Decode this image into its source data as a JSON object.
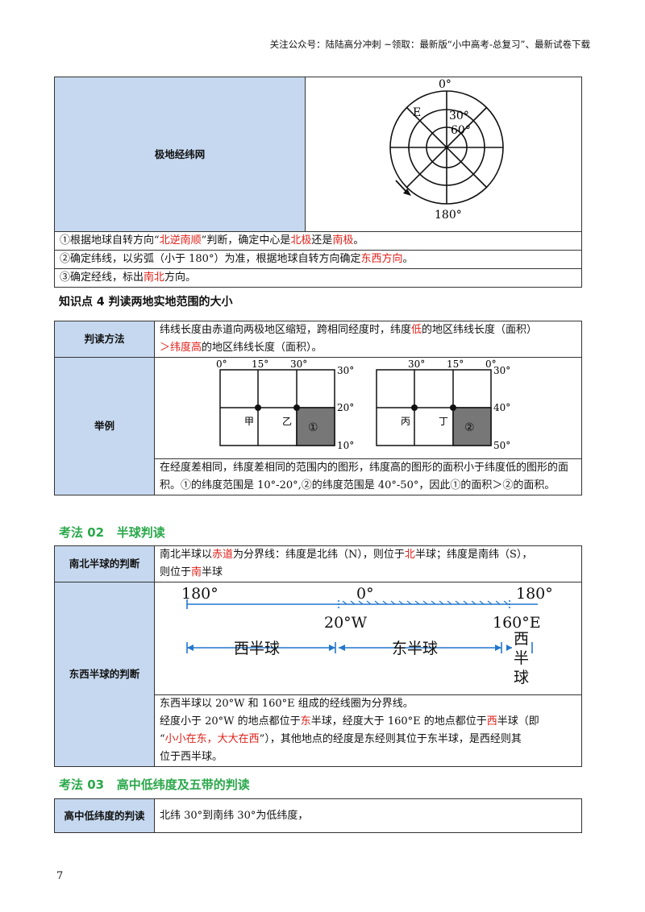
{
  "header": "关注公众号：陆陆高分冲刺 ~领取：最新版“小中高考-总复习”、最新试卷下载",
  "table1": {
    "label": "极地经纬网",
    "diagram": {
      "top": "0°",
      "e": "E",
      "lat30": "30°",
      "lat60": "60°",
      "bottom": "180°"
    },
    "row1": {
      "a": "①根据地球自转方向“",
      "b": "北逆南顺",
      "c": "”判断，确定中心是",
      "d": "北极",
      "e": "还是",
      "f": "南极",
      "g": "。"
    },
    "row2": {
      "a": "②确定纬线，以劣弧（小于 180°）为准，根据地球自转方向确定",
      "b": "东西方向",
      "c": "。"
    },
    "row3": {
      "a": "③确定经线，标出",
      "b": "南北",
      "c": "方向。"
    }
  },
  "section1": "知识点 4 判读两地实地范围的大小",
  "table2": {
    "method_label": "判读方法",
    "method": {
      "a": "纬线长度由赤道向两极地区缩短，跨相同经度时，纬度",
      "b": "低",
      "c": "的地区纬线长度（面积）",
      "d": "＞纬度",
      "e": "高",
      "f": "的地区纬线长度（面积）。"
    },
    "example_label": "举例",
    "grid1": {
      "top": [
        "0°",
        "15°",
        "30°"
      ],
      "right": [
        "30°",
        "20°",
        "10°"
      ],
      "labels": [
        "甲",
        "乙",
        "①"
      ]
    },
    "grid2": {
      "top": [
        "30°",
        "15°",
        "0°"
      ],
      "right": [
        "30°",
        "40°",
        "50°"
      ],
      "labels": [
        "丙",
        "丁",
        "②"
      ]
    },
    "explain": "在经度差相同，纬度差相同的范围内的图形，纬度高的图形的面积小于纬度低的图形的面积。①的纬度范围是 10°-20°,②的纬度范围是 40°-50°，因此①的面积＞②的面积。"
  },
  "section2": {
    "num": "考法 02",
    "title": "半球判读"
  },
  "table3": {
    "ns_label": "南北半球的判断",
    "ns": {
      "a": "南北半球以",
      "b": "赤道",
      "c": "为分界线：纬度是北纬（N），则位于",
      "d": "北",
      "e": "半球；纬度是南纬（S），",
      "f": "则位于",
      "g": "南",
      "h": "半球"
    },
    "ew_label": "东西半球的判断",
    "diagram": {
      "l180": "180°",
      "zero": "0°",
      "r180": "180°",
      "w20": "20°W",
      "e160": "160°E",
      "west": "西半球",
      "east": "东半球",
      "xi": "西",
      "ban": "半",
      "qiu": "球"
    },
    "ew1": "东西半球以 20°W 和 160°E 组成的经线圈为分界线。",
    "ew2": {
      "a": "经度小于 20°W 的地点都位于",
      "b": "东",
      "c": "半球，经度大于 160°E 的地点都位于",
      "d": "西",
      "e": "半球（即"
    },
    "ew3": {
      "a": "“",
      "b": "小小在东，大大在西",
      "c": "”），其他地点的经度是东经则其位于东半球，是西经则其"
    },
    "ew4": "位于西半球。"
  },
  "section3": {
    "num": "考法 03",
    "title": "高中低纬度及五带的判读"
  },
  "table4": {
    "label": "高中低纬度的判读",
    "text": "北纬 30°到南纬 30°为低纬度，"
  },
  "page": "7"
}
